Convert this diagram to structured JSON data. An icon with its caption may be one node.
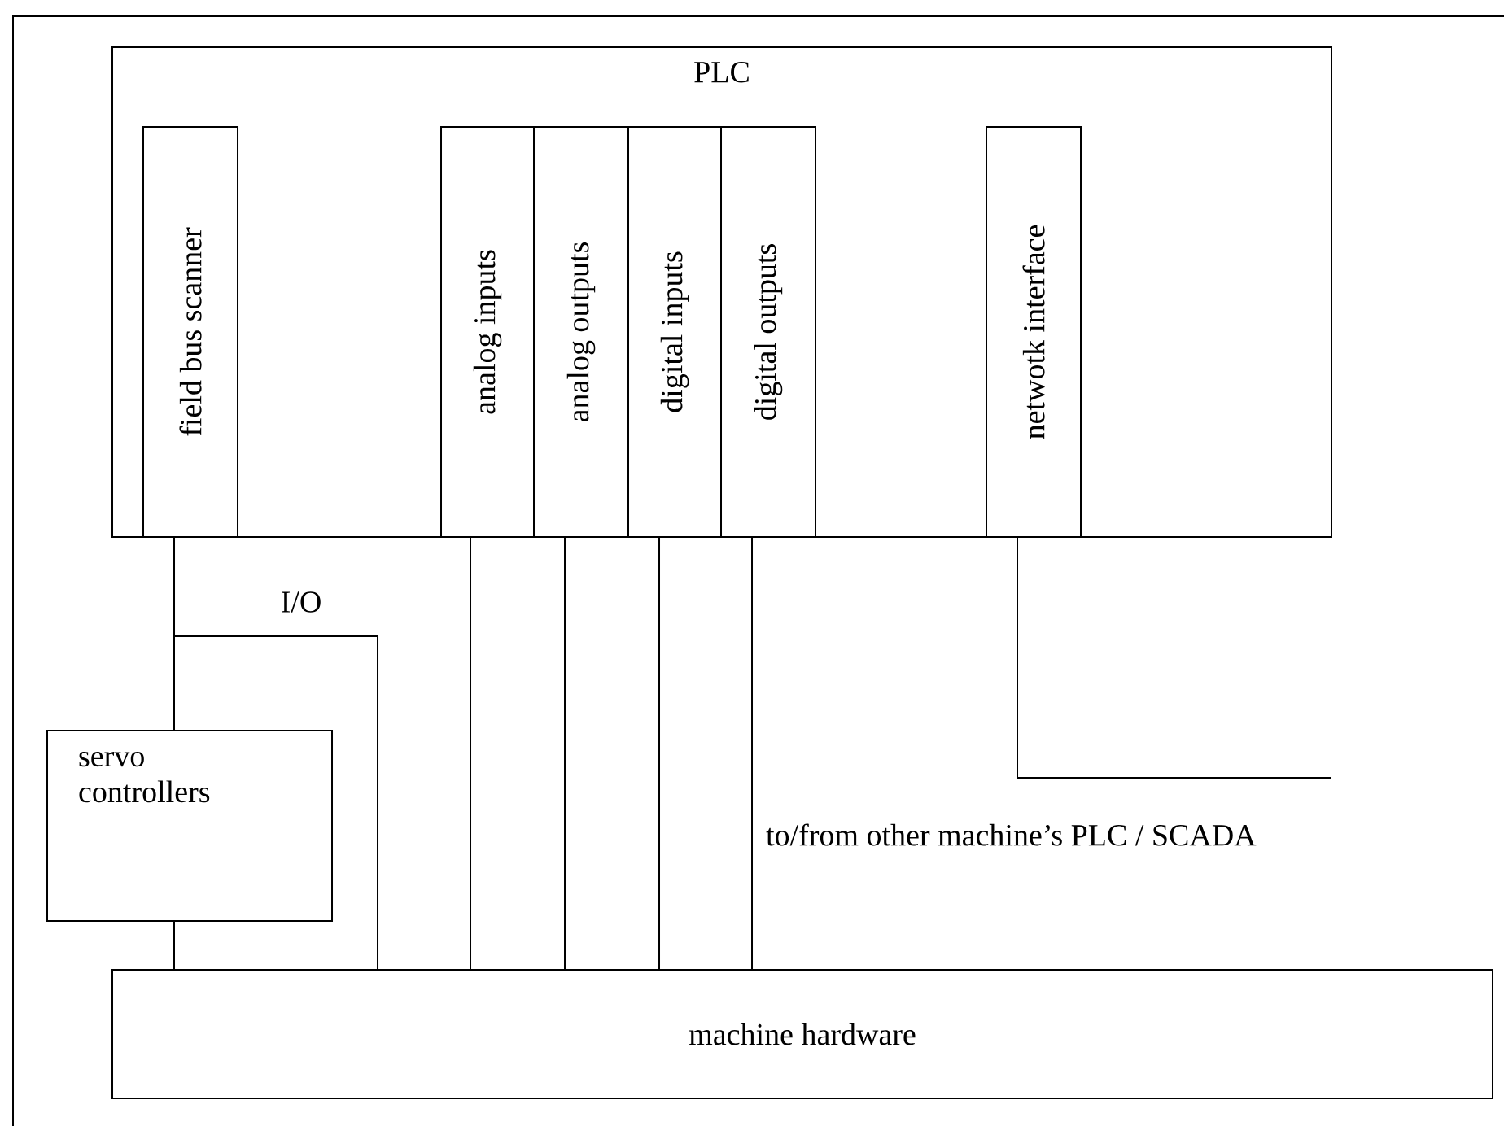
{
  "diagram": {
    "nodes": [
      {
        "text": [
          "PLC"
        ]
      },
      {
        "text": [
          "field bus scanner"
        ],
        "in": 0
      },
      {
        "text": [
          "analog inputs"
        ],
        "in": 0
      },
      {
        "text": [
          "analog outputs"
        ],
        "in": 0
      },
      {
        "text": [
          "digital inputs"
        ],
        "in": 0
      },
      {
        "text": [
          "digital outputs"
        ],
        "in": 0
      },
      {
        "text": [
          "netwotk interface"
        ],
        "in": 0
      },
      {
        "text": [
          "servo controllers"
        ]
      },
      {
        "text": [
          "machine hardware"
        ]
      }
    ],
    "edges": [
      {
        "from": 1,
        "to": 7,
        "arrow": "none"
      },
      {
        "from": 1,
        "to": 8,
        "arrow": "none",
        "label": "I/O"
      },
      {
        "from": 7,
        "to": 8,
        "arrow": "none"
      },
      {
        "from": 2,
        "to": 8,
        "arrow": "none"
      },
      {
        "from": 3,
        "to": 8,
        "arrow": "none"
      },
      {
        "from": 4,
        "to": 8,
        "arrow": "none"
      },
      {
        "from": 5,
        "to": 8,
        "arrow": "none"
      },
      {
        "from": 6,
        "to": null,
        "arrow": "none"
      }
    ],
    "labels": [
      "to/from other machine’s PLC / SCADA"
    ]
  }
}
